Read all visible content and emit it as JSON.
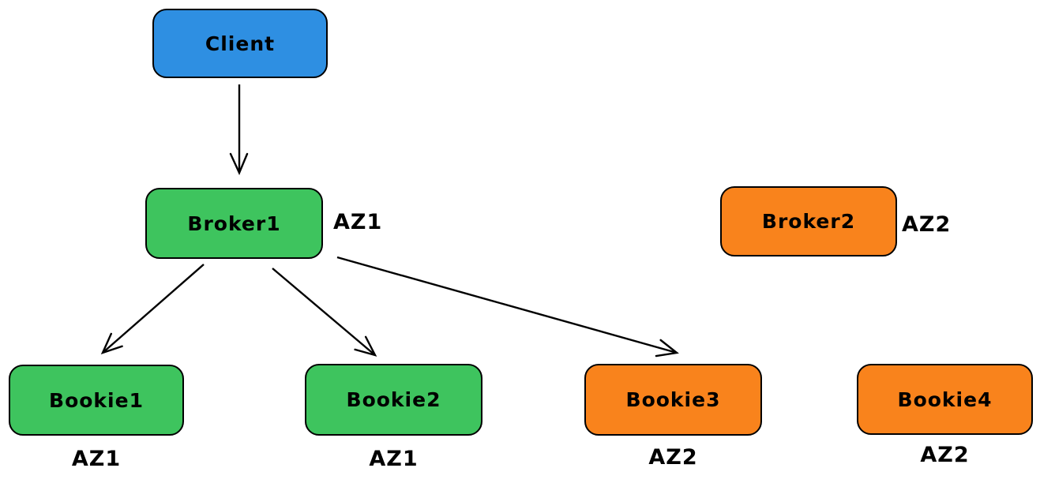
{
  "diagram": {
    "colors": {
      "blue": "#2e8fe2",
      "green": "#3ec45e",
      "orange": "#f9831c",
      "line": "#000000",
      "background": "#ffffff"
    },
    "nodes": {
      "client": {
        "label": "Client",
        "color": "blue"
      },
      "broker1": {
        "label": "Broker1",
        "color": "green",
        "zone": "AZ1"
      },
      "broker2": {
        "label": "Broker2",
        "color": "orange",
        "zone": "AZ2"
      },
      "bookie1": {
        "label": "Bookie1",
        "color": "green",
        "zone": "AZ1"
      },
      "bookie2": {
        "label": "Bookie2",
        "color": "green",
        "zone": "AZ1"
      },
      "bookie3": {
        "label": "Bookie3",
        "color": "orange",
        "zone": "AZ2"
      },
      "bookie4": {
        "label": "Bookie4",
        "color": "orange",
        "zone": "AZ2"
      }
    },
    "edges": [
      {
        "from": "Client",
        "to": "Broker1"
      },
      {
        "from": "Broker1",
        "to": "Bookie1"
      },
      {
        "from": "Broker1",
        "to": "Bookie2"
      },
      {
        "from": "Broker1",
        "to": "Bookie3"
      }
    ]
  }
}
